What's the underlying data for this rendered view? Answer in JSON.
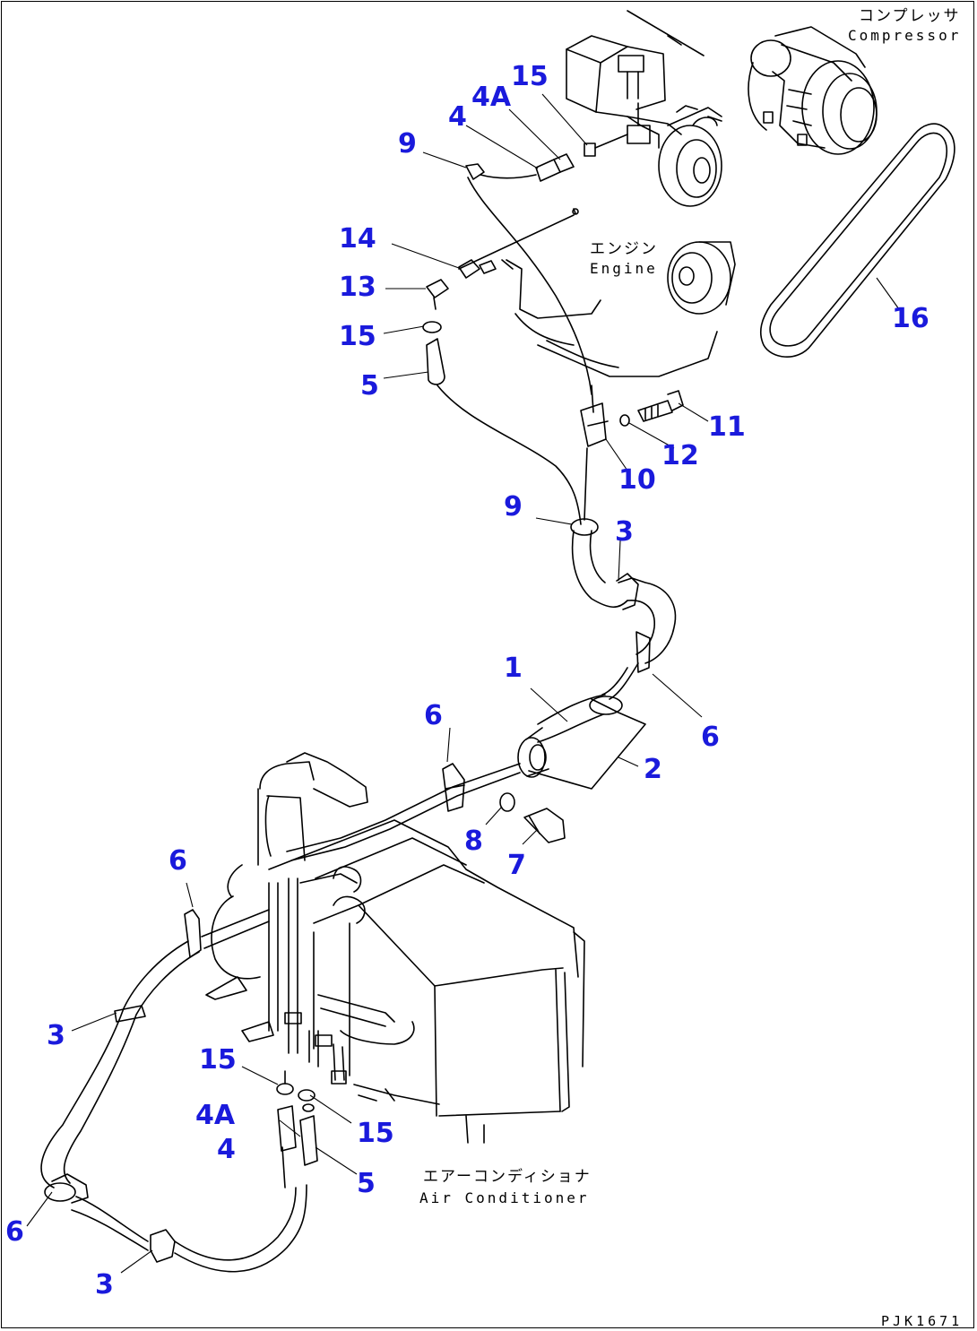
{
  "labels": {
    "compressor_jp": "コンプレッサ",
    "compressor_en": "Compressor",
    "engine_jp": "エンジン",
    "engine_en": "Engine",
    "aircon_jp": "エアーコンディショナ",
    "aircon_en": "Air Conditioner",
    "drawing_code": "PJK1671"
  },
  "callouts": [
    {
      "id": "c15a",
      "text": "15"
    },
    {
      "id": "c4Aa",
      "text": "4A"
    },
    {
      "id": "c4a",
      "text": "4"
    },
    {
      "id": "c9a",
      "text": "9"
    },
    {
      "id": "c14",
      "text": "14"
    },
    {
      "id": "c13",
      "text": "13"
    },
    {
      "id": "c15b",
      "text": "15"
    },
    {
      "id": "c5a",
      "text": "5"
    },
    {
      "id": "c16",
      "text": "16"
    },
    {
      "id": "c11",
      "text": "11"
    },
    {
      "id": "c12",
      "text": "12"
    },
    {
      "id": "c10",
      "text": "10"
    },
    {
      "id": "c9b",
      "text": "9"
    },
    {
      "id": "c3a",
      "text": "3"
    },
    {
      "id": "c1",
      "text": "1"
    },
    {
      "id": "c6a",
      "text": "6"
    },
    {
      "id": "c6b",
      "text": "6"
    },
    {
      "id": "c2",
      "text": "2"
    },
    {
      "id": "c8",
      "text": "8"
    },
    {
      "id": "c7",
      "text": "7"
    },
    {
      "id": "c6c",
      "text": "6"
    },
    {
      "id": "c3b",
      "text": "3"
    },
    {
      "id": "c15c",
      "text": "15"
    },
    {
      "id": "c4Ab",
      "text": "4A"
    },
    {
      "id": "c4b",
      "text": "4"
    },
    {
      "id": "c15d",
      "text": "15"
    },
    {
      "id": "c5b",
      "text": "5"
    },
    {
      "id": "c6d",
      "text": "6"
    },
    {
      "id": "c3c",
      "text": "3"
    }
  ]
}
